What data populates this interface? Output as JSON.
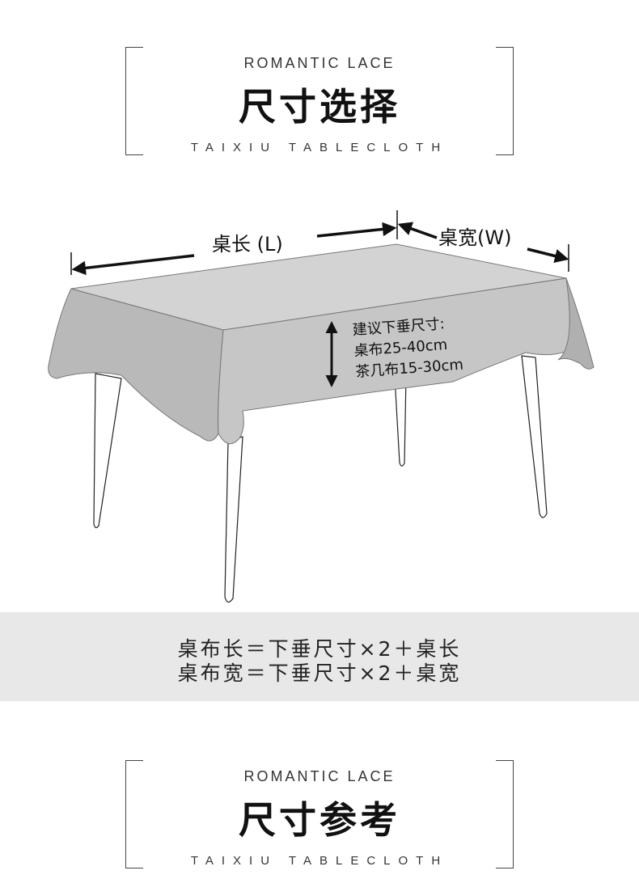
{
  "section1": {
    "sub_top": "ROMANTIC LACE",
    "title": "尺寸选择",
    "sub_bottom": "TAIXIU TABLECLOTH"
  },
  "diagram": {
    "length_label": "桌长 (L)",
    "width_label": "桌宽(W)",
    "drop_lines": [
      "建议下垂尺寸:",
      "桌布25-40cm",
      "茶几布15-30cm"
    ]
  },
  "formula": {
    "line1": "桌布长＝下垂尺寸×2＋桌长",
    "line2": "桌布宽＝下垂尺寸×2＋桌宽"
  },
  "section2": {
    "sub_top": "ROMANTIC LACE",
    "title": "尺寸参考",
    "sub_bottom": "TAIXIU TABLECLOTH"
  },
  "colors": {
    "cloth": "#c8c8c8",
    "band": "#e8e8e8",
    "ink": "#111111"
  }
}
